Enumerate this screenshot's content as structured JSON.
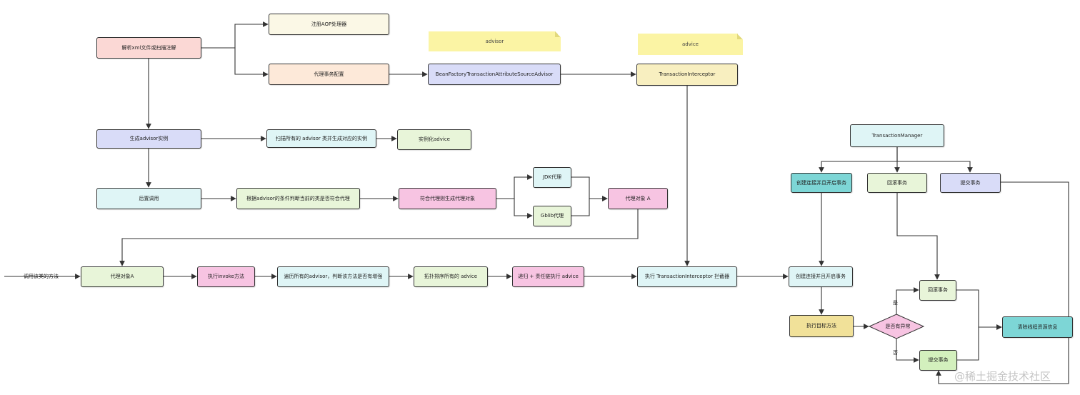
{
  "nodes": {
    "parse_xml": "解析xml文件或扫描注解",
    "register_aop": "注册AOP处理器",
    "proxy_tx_config": "代理事务配置",
    "bftas_advisor": "BeanFactoryTransactionAttributeSourceAdvisor",
    "tx_interceptor": "TransactionInterceptor",
    "gen_advisor": "生成advisor实例",
    "scan_advisor": "扫描所有的 advisor 类并生成对应的实例",
    "instantiate_advice": "实例化advice",
    "post_call": "后置调用",
    "judge_proxy": "根据advisor的条件判断当前的类是否符合代理",
    "gen_proxy": "符合代理则生成代理对象",
    "jdk_proxy": "JDK代理",
    "cglib_proxy": "Gblib代理",
    "proxy_obj_a1": "代理对象 A",
    "proxy_obj_a2": "代理对象A",
    "exec_invoke": "执行invoke方法",
    "traverse_advisor": "遍历所有的advisor，判断该方法是否有增强",
    "sort_advice": "拓扑排序所有的 advice",
    "recursive_exec": "递归 + 责任链执行 advice",
    "exec_interceptor": "执行 TransactionInterceptor 拦截器",
    "create_conn_tx": "创建连接并且开启事务",
    "exec_target": "执行目标方法",
    "is_exception": "是否有异常",
    "rollback_tx": "回滚事务",
    "commit_tx": "提交事务",
    "clear_thread": "清除线程资源信息",
    "tx_manager": "TransactionManager",
    "tm_create_conn": "创建连接并且开启事务",
    "tm_rollback": "回滚事务",
    "tm_commit": "提交事务"
  },
  "notes": {
    "advisor": "advisor",
    "advice": "advice"
  },
  "labels": {
    "call_method": "调用该类的方法",
    "yes": "是",
    "no": "否"
  },
  "watermark": "@稀土掘金技术社区"
}
